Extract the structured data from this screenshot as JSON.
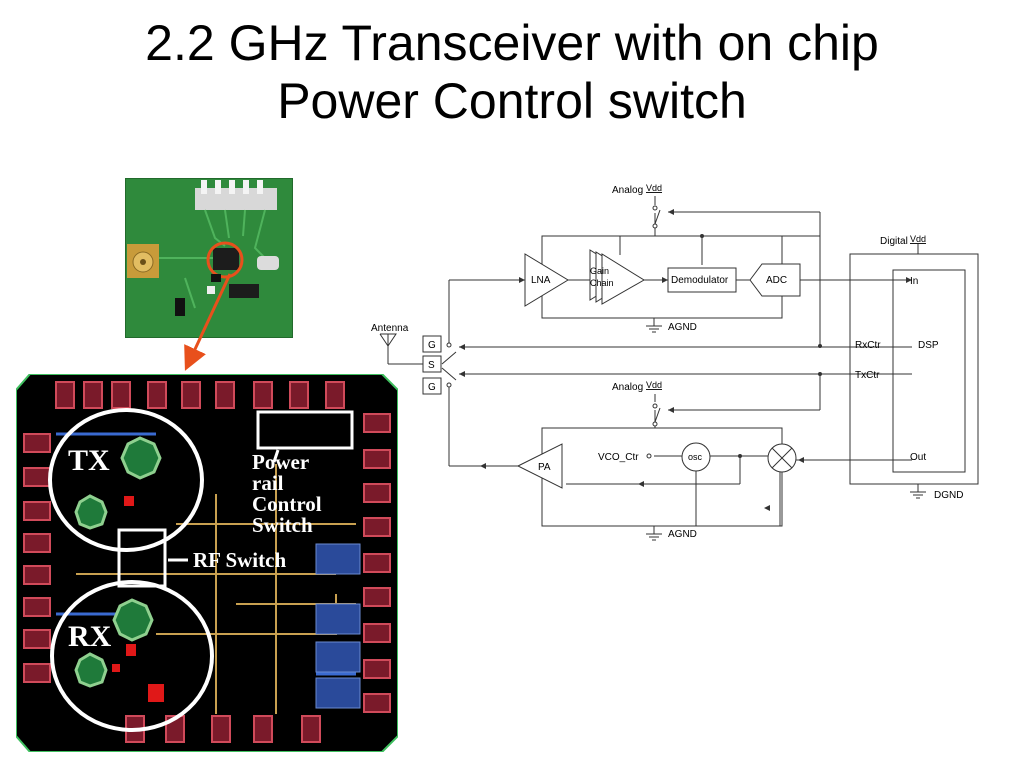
{
  "title": {
    "line1": "2.2 GHz Transceiver with on chip",
    "line2": "Power Control switch"
  },
  "die_labels": {
    "tx": "TX",
    "rx": "RX",
    "rf_switch": "RF Switch",
    "power_rail": [
      "Power",
      "rail",
      "Control",
      "Switch"
    ]
  },
  "schematic": {
    "antenna": "Antenna",
    "switch_pins": [
      "G",
      "S",
      "G"
    ],
    "analog_label": "Analog",
    "vdd": "Vdd",
    "digital_label": "Digital",
    "lna": "LNA",
    "gain_chain": [
      "Gain",
      "Chain"
    ],
    "demodulator": "Demodulator",
    "adc": "ADC",
    "agnd": "AGND",
    "dgnd": "DGND",
    "dsp": "DSP",
    "dsp_in": "In",
    "dsp_out": "Out",
    "rxctr": "RxCtr",
    "txctr": "TxCtr",
    "pa": "PA",
    "vco_ctr": "VCO_Ctr",
    "osc": "osc"
  },
  "colors": {
    "pcb_green": "#2f8a3c",
    "die_background": "#000000",
    "die_border": "#3fbf5f",
    "photo_arrow": "#e8501c",
    "line": "#333333"
  }
}
